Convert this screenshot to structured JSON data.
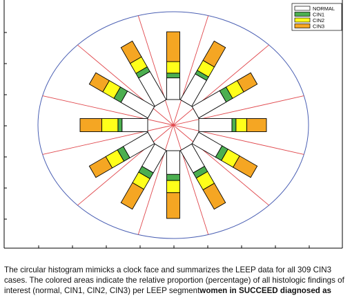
{
  "chart_data": {
    "type": "polar-histogram",
    "categories": [
      "NORMAL",
      "CIN1",
      "CIN2",
      "CIN3"
    ],
    "colors": {
      "NORMAL": "#ffffff",
      "CIN1": "#4caf50",
      "CIN2": "#ffff1a",
      "CIN3": "#f5a623"
    },
    "legend_position": "top-right",
    "grid": false,
    "clock_positions": [
      {
        "position": 12,
        "values": {
          "NORMAL": 32,
          "CIN1": 7,
          "CIN2": 17,
          "CIN3": 44
        }
      },
      {
        "position": 1,
        "values": {
          "NORMAL": 44,
          "CIN1": 6,
          "CIN2": 17,
          "CIN3": 33
        }
      },
      {
        "position": 2,
        "values": {
          "NORMAL": 47,
          "CIN1": 11,
          "CIN2": 19,
          "CIN3": 23
        }
      },
      {
        "position": 3,
        "values": {
          "NORMAL": 49,
          "CIN1": 6,
          "CIN2": 16,
          "CIN3": 29
        }
      },
      {
        "position": 4,
        "values": {
          "NORMAL": 40,
          "CIN1": 10,
          "CIN2": 20,
          "CIN3": 30
        }
      },
      {
        "position": 5,
        "values": {
          "NORMAL": 38,
          "CIN1": 9,
          "CIN2": 20,
          "CIN3": 33
        }
      },
      {
        "position": 6,
        "values": {
          "NORMAL": 35,
          "CIN1": 9,
          "CIN2": 18,
          "CIN3": 38
        }
      },
      {
        "position": 7,
        "values": {
          "NORMAL": 38,
          "CIN1": 10,
          "CIN2": 18,
          "CIN3": 34
        }
      },
      {
        "position": 8,
        "values": {
          "NORMAL": 42,
          "CIN1": 10,
          "CIN2": 20,
          "CIN3": 28
        }
      },
      {
        "position": 9,
        "values": {
          "NORMAL": 38,
          "CIN1": 6,
          "CIN2": 24,
          "CIN3": 32
        }
      },
      {
        "position": 10,
        "values": {
          "NORMAL": 46,
          "CIN1": 12,
          "CIN2": 19,
          "CIN3": 23
        }
      },
      {
        "position": 11,
        "values": {
          "NORMAL": 48,
          "CIN1": 8,
          "CIN2": 17,
          "CIN3": 27
        }
      }
    ]
  },
  "caption": {
    "line1": "The circular histogram mimicks a clock face and summarizes the LEEP data for all 309 CIN3",
    "line2": "cases. The colored areas indicate the relative proportion (percentage) of all histologic findings of",
    "line3_normal": "interest (normal, CIN1, CIN2, CIN3) per LEEP segment",
    "line3_bold": "women in SUCCEED diagnosed as"
  }
}
